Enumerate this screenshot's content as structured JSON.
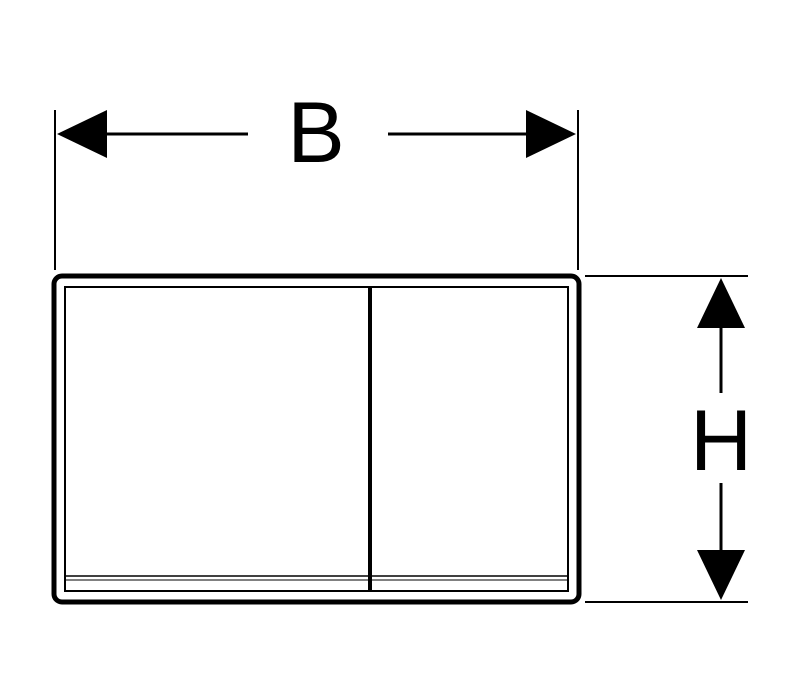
{
  "diagram": {
    "width_label": "B",
    "height_label": "H",
    "line_color": "#000000",
    "background_color": "#ffffff",
    "panels": [
      "left-flush-button",
      "right-flush-button"
    ]
  }
}
